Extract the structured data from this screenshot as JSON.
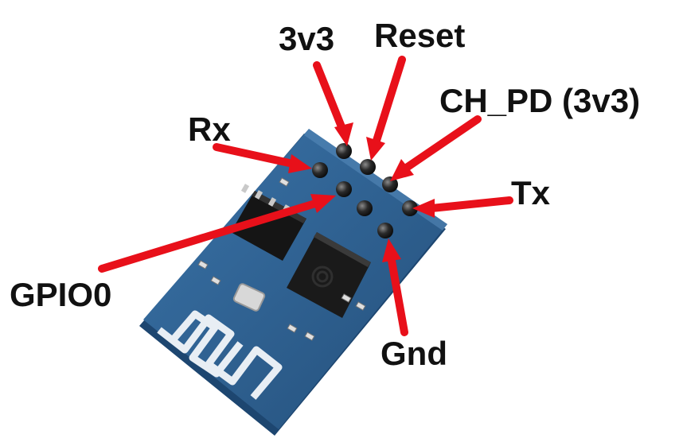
{
  "labels": {
    "v33": "3v3",
    "reset": "Reset",
    "ch_pd": "CH_PD (3v3)",
    "rx": "Rx",
    "tx": "Tx",
    "gpio0": "GPIO0",
    "gnd": "Gnd"
  },
  "colors": {
    "arrow": "#e8101a",
    "pcb": "#2d5f8e",
    "pcb_edge": "#1d4670",
    "antenna": "#e8eef4",
    "chip": "#1a1a1a",
    "pin": "#222222",
    "crystal": "#d8d8d8"
  },
  "icons": [
    "esp8266-module",
    "pin-arrow"
  ]
}
